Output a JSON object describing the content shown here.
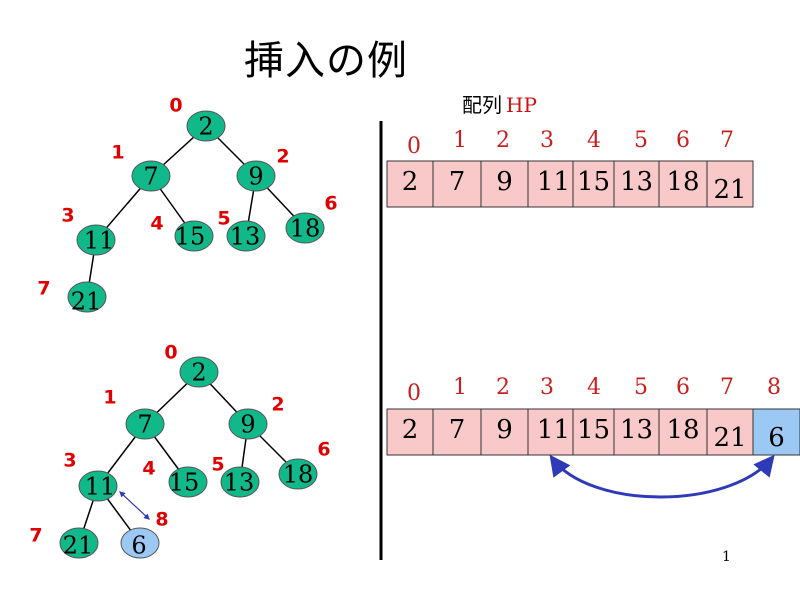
{
  "title": "挿入の例",
  "array_caption": {
    "label": "配列",
    "name": "HP"
  },
  "page_number": "1",
  "colors": {
    "node": "#11b98a",
    "node_new": "#9cc8f4",
    "cell": "#f9c9c9",
    "cell_new": "#9cc8f4",
    "index_red": "#e00000",
    "index_array": "#c81e1e",
    "swap_arrow": "#2e3ab8"
  },
  "tree_before": {
    "nodes": [
      {
        "index": "0",
        "value": "2"
      },
      {
        "index": "1",
        "value": "7"
      },
      {
        "index": "2",
        "value": "9"
      },
      {
        "index": "3",
        "value": "11"
      },
      {
        "index": "4",
        "value": "15"
      },
      {
        "index": "5",
        "value": "13"
      },
      {
        "index": "6",
        "value": "18"
      },
      {
        "index": "7",
        "value": "21"
      }
    ]
  },
  "tree_after": {
    "nodes": [
      {
        "index": "0",
        "value": "2"
      },
      {
        "index": "1",
        "value": "7"
      },
      {
        "index": "2",
        "value": "9"
      },
      {
        "index": "3",
        "value": "11"
      },
      {
        "index": "4",
        "value": "15"
      },
      {
        "index": "5",
        "value": "13"
      },
      {
        "index": "6",
        "value": "18"
      },
      {
        "index": "7",
        "value": "21"
      },
      {
        "index": "8",
        "value": "6"
      }
    ]
  },
  "array_before": {
    "indices": [
      "0",
      "1",
      "2",
      "3",
      "4",
      "5",
      "6",
      "7"
    ],
    "values": [
      "2",
      "7",
      "9",
      "11",
      "15",
      "13",
      "18",
      "21"
    ]
  },
  "array_after": {
    "indices": [
      "0",
      "1",
      "2",
      "3",
      "4",
      "5",
      "6",
      "7",
      "8"
    ],
    "values": [
      "2",
      "7",
      "9",
      "11",
      "15",
      "13",
      "18",
      "21",
      "6"
    ]
  }
}
